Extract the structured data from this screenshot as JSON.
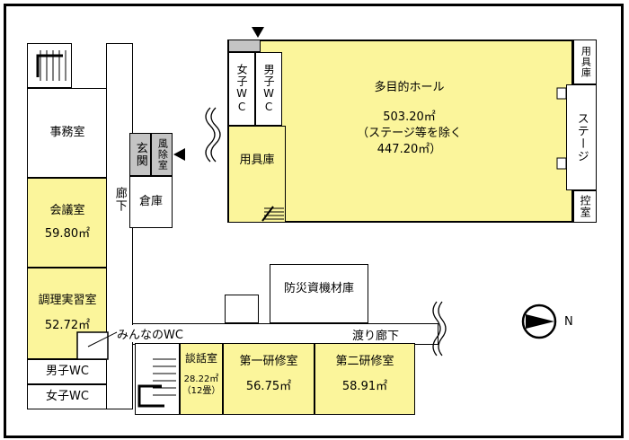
{
  "rooms": {
    "office": "事務室",
    "meeting": "会議室",
    "meeting_area": "59.80㎡",
    "cooking": "調理実習室",
    "cooking_area": "52.72㎡",
    "mens_wc": "男子WC",
    "womens_wc": "女子WC",
    "universal_wc": "みんなのWC",
    "corridor": "廊下",
    "entrance": "玄関",
    "windbreak": "風除室",
    "storage": "倉庫",
    "hall": "多目的ホール",
    "hall_area": "503.20㎡",
    "hall_note": "（ステージ等を除く",
    "hall_area2": "447.20㎡）",
    "hall_storage": "用具庫",
    "hall_wc_female": "女子WC",
    "hall_wc_male": "男子WC",
    "stage_storage": "用具庫",
    "stage": "ステージ",
    "green_room": "控室",
    "disaster_storage": "防災資機材庫",
    "bridge_corridor": "渡り廊下",
    "lounge": "談話室",
    "lounge_area": "28.22㎡",
    "lounge_note": "（12畳）",
    "training1": "第一研修室",
    "training1_area": "56.75㎡",
    "training2": "第二研修室",
    "training2_area": "58.91㎡"
  },
  "compass": {
    "label": "N"
  },
  "colors": {
    "highlight": "#fbf59b",
    "gray": "#c4c4c4"
  }
}
